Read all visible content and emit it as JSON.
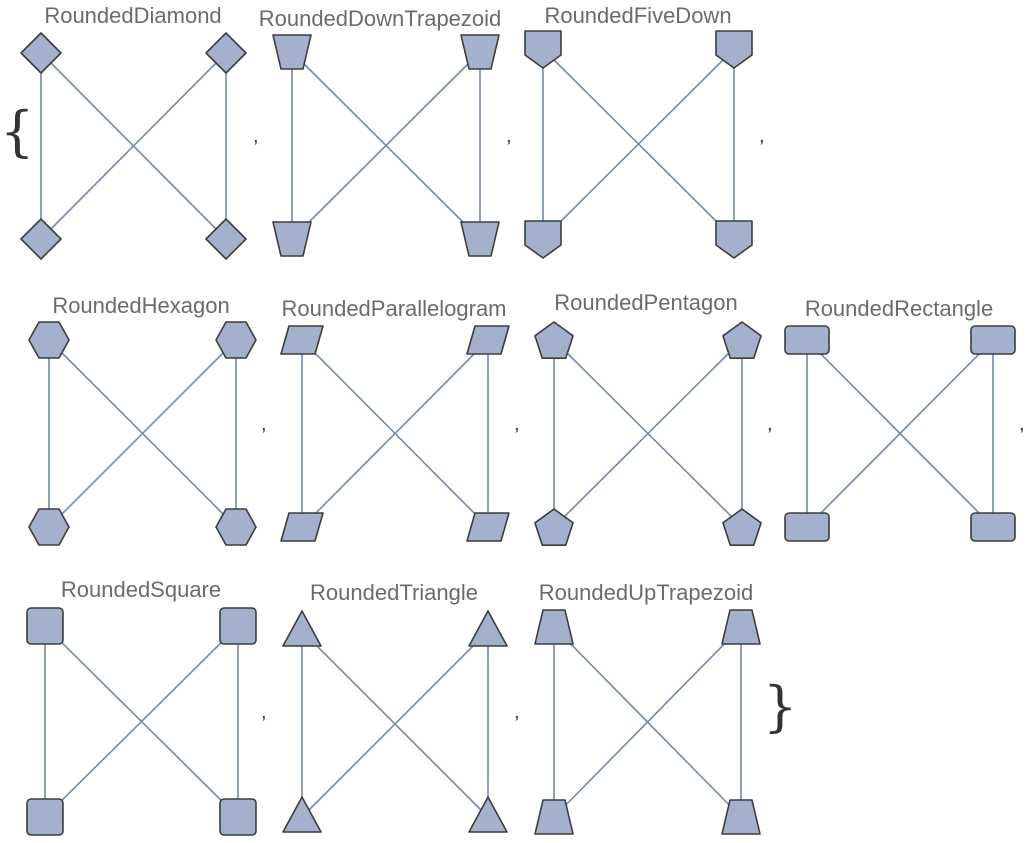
{
  "open_brace": "{",
  "close_brace": "}",
  "separator": ",",
  "colors": {
    "node_fill": "#a3b1cc",
    "node_stroke": "#3d3d3d",
    "edge": "#7589aa",
    "title": "#6b6b6b"
  },
  "graphs": [
    {
      "title": "RoundedDiamond",
      "shape": "diamond"
    },
    {
      "title": "RoundedDownTrapezoid",
      "shape": "down-trapezoid"
    },
    {
      "title": "RoundedFiveDown",
      "shape": "five-down"
    },
    {
      "title": "RoundedHexagon",
      "shape": "hexagon"
    },
    {
      "title": "RoundedParallelogram",
      "shape": "parallelogram"
    },
    {
      "title": "RoundedPentagon",
      "shape": "pentagon"
    },
    {
      "title": "RoundedRectangle",
      "shape": "rectangle"
    },
    {
      "title": "RoundedSquare",
      "shape": "square"
    },
    {
      "title": "RoundedTriangle",
      "shape": "triangle"
    },
    {
      "title": "RoundedUpTrapezoid",
      "shape": "up-trapezoid"
    }
  ]
}
